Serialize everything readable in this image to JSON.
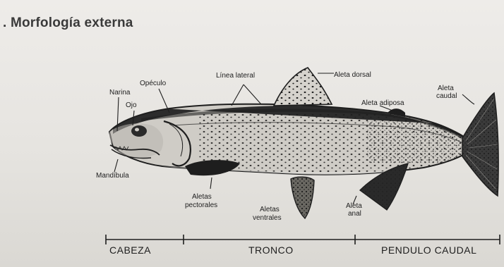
{
  "heading": ". Morfología externa",
  "labels": {
    "narina": "Narina",
    "ojo": "Ojo",
    "opeculo": "Opéculo",
    "linea_lateral": "Línea lateral",
    "aleta_dorsal": "Aleta dorsal",
    "aleta_adiposa": "Aleta adiposa",
    "aleta_caudal_1": "Aleta",
    "aleta_caudal_2": "caudal",
    "mandibula": "Mandíbula",
    "aletas_pectorales_1": "Aletas",
    "aletas_pectorales_2": "pectorales",
    "aletas_ventrales_1": "Aletas",
    "aletas_ventrales_2": "ventrales",
    "aleta_anal_1": "Aleta",
    "aleta_anal_2": "anal"
  },
  "segments": {
    "cabeza": "CABEZA",
    "tronco": "TRONCO",
    "pendulo_caudal": "PENDULO CAUDAL"
  },
  "colors": {
    "ink": "#1e1e1e",
    "paper": "#eeece9",
    "body_fill": "#c9c6c0"
  }
}
